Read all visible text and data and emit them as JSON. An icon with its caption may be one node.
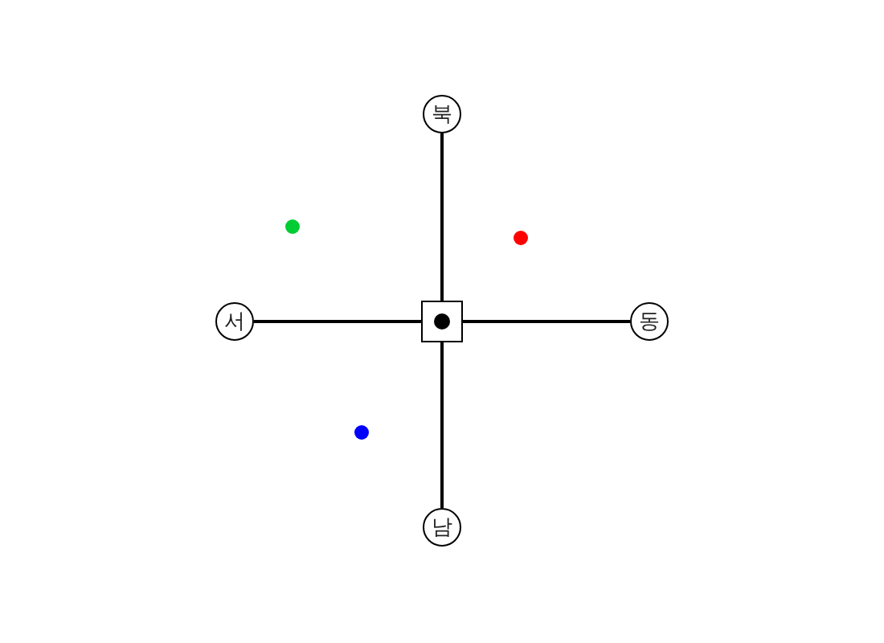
{
  "diagram": {
    "nodes": [
      {
        "text": [
          "북"
        ]
      },
      {
        "text": [
          "서"
        ]
      },
      {
        "text": [],
        "shape": "box"
      },
      {
        "text": [
          "동"
        ]
      },
      {
        "text": [
          "남"
        ]
      }
    ],
    "edges": [
      {
        "from": 2,
        "to": 0,
        "arrow": "none"
      },
      {
        "from": 2,
        "to": 1,
        "arrow": "none"
      },
      {
        "from": 2,
        "to": 3,
        "arrow": "none"
      },
      {
        "from": 2,
        "to": 4,
        "arrow": "none"
      }
    ]
  }
}
